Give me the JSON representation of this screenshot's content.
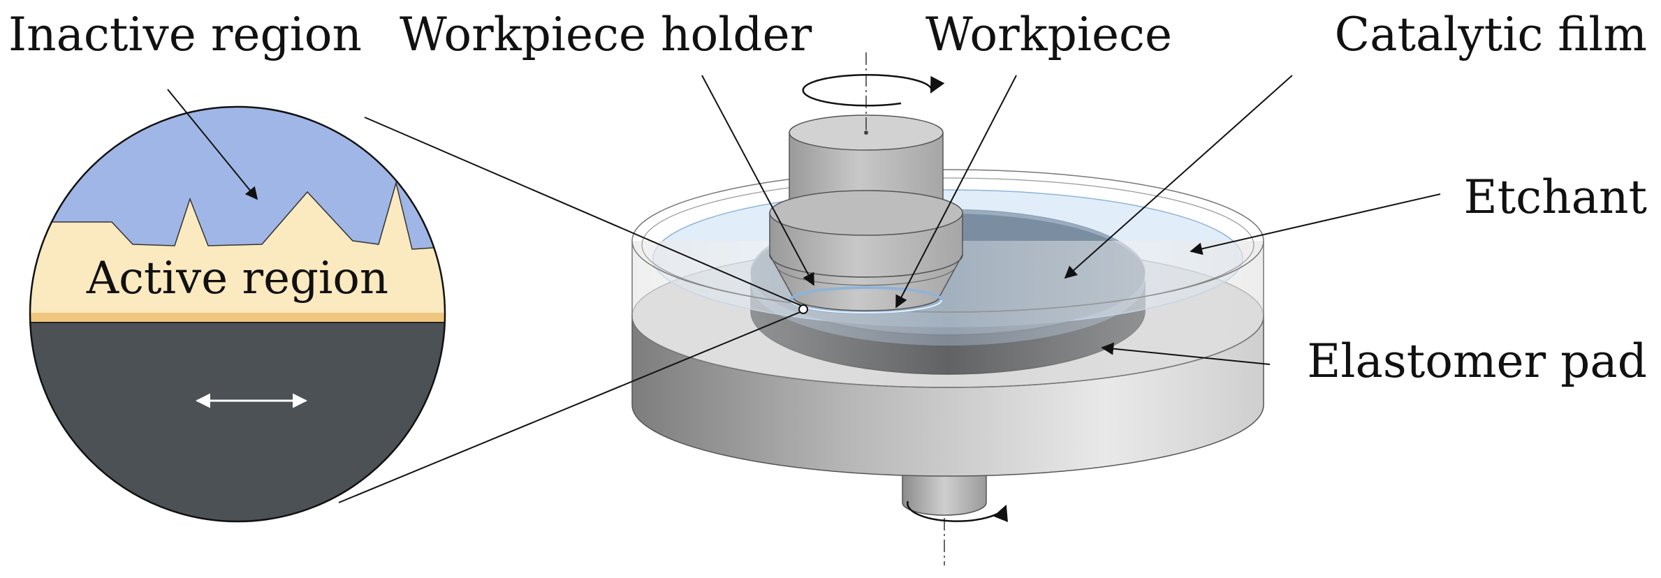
{
  "labels": {
    "inactive_region": "Inactive region",
    "workpiece_holder": "Workpiece holder",
    "workpiece": "Workpiece",
    "catalytic_film": "Catalytic film",
    "etchant": "Etchant",
    "elastomer_pad": "Elastomer pad",
    "active_region": "Active region"
  },
  "colors": {
    "inactive_region": "#9fb6e6",
    "active_region": "#fbe9bf",
    "workpiece_bulk": "#4c5156",
    "etchant": "#c9dff4",
    "catalytic_film": "#5f6f80",
    "elastomer_pad": "#1c1f22",
    "platen": "#c4c4c4"
  },
  "icons": [
    "rotation-arrow-icon",
    "double-arrow-icon"
  ]
}
